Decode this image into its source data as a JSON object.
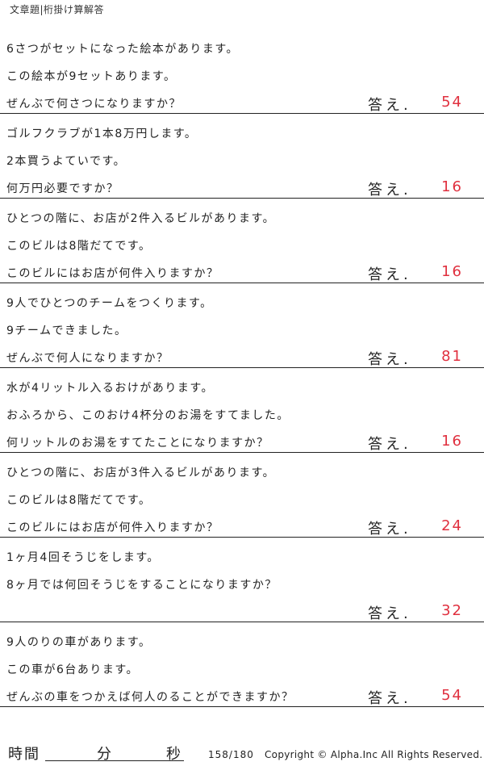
{
  "header": {
    "title": "文章題|桁掛け算解答"
  },
  "answer_label": "答え.",
  "problems": [
    {
      "lines": [
        "6さつがセットになった絵本があります。",
        "この絵本が9セットあります。",
        "ぜんぶで何さつになりますか？"
      ],
      "answer": "54"
    },
    {
      "lines": [
        "ゴルフクラブが1本8万円します。",
        "2本買うよていです。",
        "何万円必要ですか？"
      ],
      "answer": "16"
    },
    {
      "lines": [
        "ひとつの階に、お店が2件入るビルがあります。",
        "このビルは8階だてです。",
        "このビルにはお店が何件入りますか？"
      ],
      "answer": "16"
    },
    {
      "lines": [
        "9人でひとつのチームをつくります。",
        "9チームできました。",
        "ぜんぶで何人になりますか？"
      ],
      "answer": "81"
    },
    {
      "lines": [
        "水が4リットル入るおけがあります。",
        "おふろから、このおけ4杯分のお湯をすてました。",
        "何リットルのお湯をすてたことになりますか？"
      ],
      "answer": "16"
    },
    {
      "lines": [
        "ひとつの階に、お店が3件入るビルがあります。",
        "このビルは8階だてです。",
        "このビルにはお店が何件入りますか？"
      ],
      "answer": "24"
    },
    {
      "lines": [
        "1ヶ月4回そうじをします。",
        "8ヶ月では何回そうじをすることになりますか？",
        ""
      ],
      "answer": "32"
    },
    {
      "lines": [
        "9人のりの車があります。",
        "この車が6台あります。",
        "ぜんぶの車をつかえば何人のることができますか？"
      ],
      "answer": "54"
    }
  ],
  "footer": {
    "time_label": "時間",
    "minutes_label": "分",
    "seconds_label": "秒",
    "page": "158/180",
    "copyright": "Copyright ©  Alpha.Inc All Rights Reserved."
  }
}
